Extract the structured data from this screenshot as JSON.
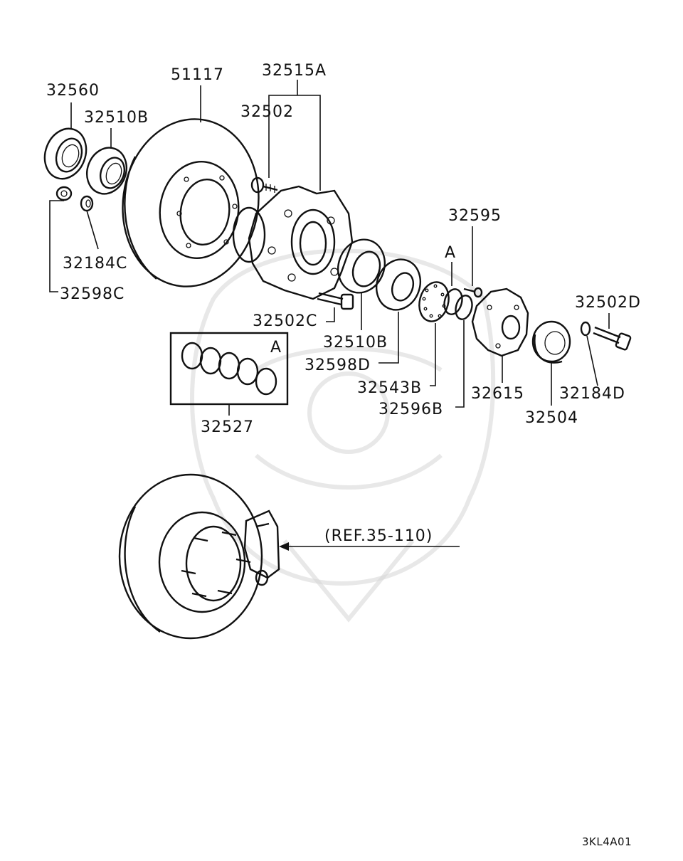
{
  "diagram": {
    "part_labels": [
      "32560",
      "51117",
      "32515A",
      "32502",
      "32510B",
      "32184C",
      "32598C",
      "32502C",
      "32510B",
      "32598D",
      "32595",
      "A",
      "32543B",
      "32596B",
      "32615",
      "32504",
      "32502D",
      "32184D",
      "A",
      "32527"
    ],
    "reference": "(REF.35-110)",
    "code": "3KL4A01"
  }
}
